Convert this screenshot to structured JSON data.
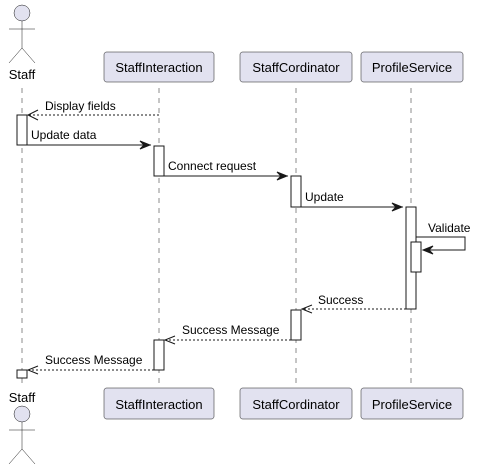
{
  "participants": {
    "staff": "Staff",
    "staff_interaction": "StaffInteraction",
    "staff_cordinator": "StaffCordinator",
    "profile_service": "ProfileService"
  },
  "messages": {
    "m1": "Display fields",
    "m2": "Update data",
    "m3": "Connect request",
    "m4": "Update",
    "m5": "Validate",
    "m6": "Success",
    "m7": "Success Message",
    "m8": "Success Message"
  },
  "colors": {
    "participant_fill": "#E2E2F0",
    "line": "#181818",
    "background": "#FFFFFF"
  }
}
